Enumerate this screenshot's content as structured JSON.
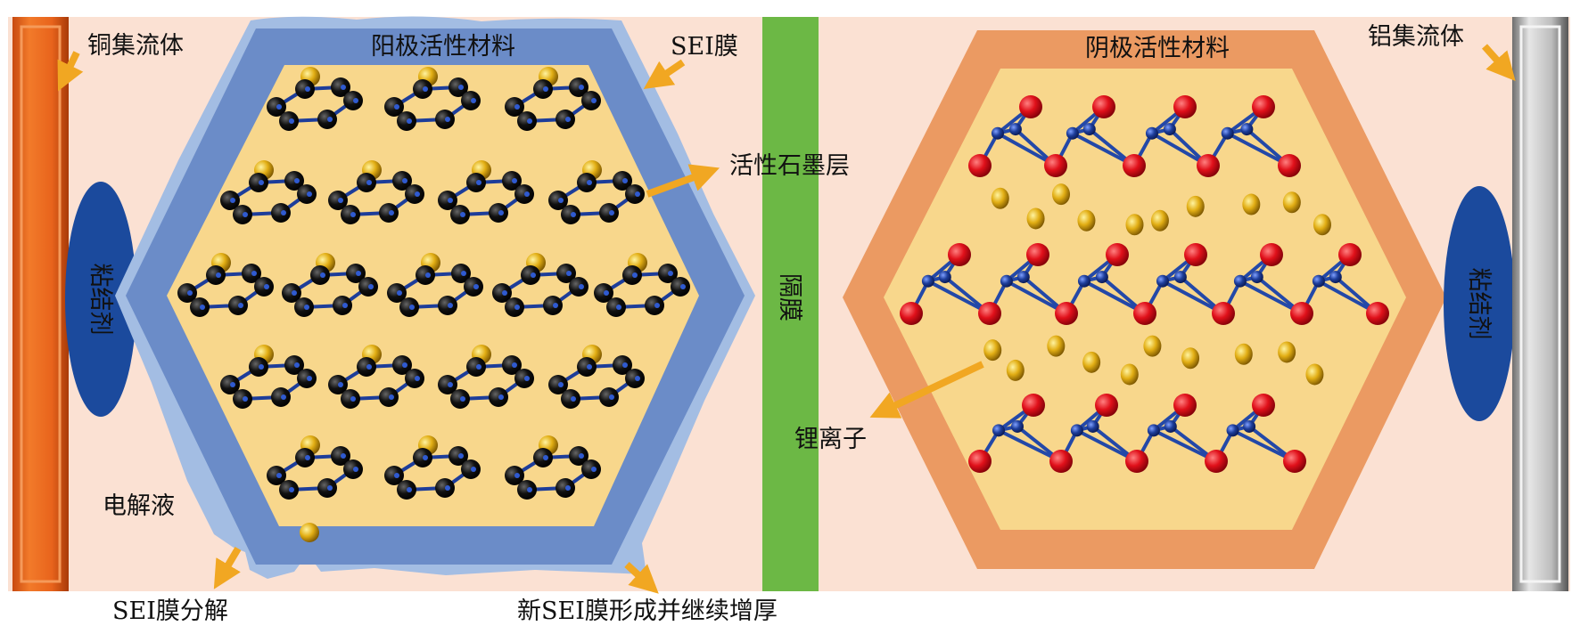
{
  "labels": {
    "copper_collector": "铜集流体",
    "anode_material": "阳极活性材料",
    "sei_film": "SEI膜",
    "active_graphite": "活性石墨层",
    "binder_left": "粘结剂",
    "electrolyte": "电解液",
    "sei_decompose": "SEI膜分解",
    "new_sei": "新SEI膜形成并继续增厚",
    "separator": "隔膜",
    "cathode_material": "阴极活性材料",
    "aluminum_collector": "铝集流体",
    "lithium_ion": "锂离子",
    "binder_right": "粘结剂"
  },
  "colors": {
    "background": "#fbe1d3",
    "copper": "#e8641c",
    "sei_outer": "#a3bde3",
    "sei_band": "#6b8cc8",
    "active_fill": "#f8d78c",
    "binder": "#1b4a9d",
    "separator": "#6cb845",
    "cathode_band": "#eb9a62",
    "arrow": "#f1a722",
    "oxygen": "#e0101a",
    "metal": "#1d3d9a",
    "carbon": "#111111",
    "lithium": "#e0aa10"
  }
}
